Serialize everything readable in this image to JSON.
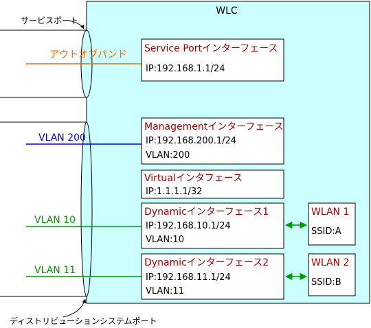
{
  "wlc": {
    "title": "WLC"
  },
  "ports": {
    "service_port": "サービスポート",
    "distribution_port": "ディストリビューションシステムポート"
  },
  "links": {
    "out_of_band": "アウトオブバンド",
    "vlan200": "VLAN 200",
    "vlan10": "VLAN 10",
    "vlan11": "VLAN 11"
  },
  "interfaces": {
    "service": {
      "title": "Service Portインターフェース",
      "ip": "IP:192.168.1.1/24"
    },
    "management": {
      "title": "Managementインターフェース",
      "ip": "IP:192.168.200.1/24",
      "vlan": "VLAN:200"
    },
    "virtual": {
      "title": "Virtualインタフェース",
      "ip": "IP:1.1.1.1/32"
    },
    "dynamic1": {
      "title": "Dynamicインターフェース1",
      "ip": "IP:192.168.10.1/24",
      "vlan": "VLAN:10"
    },
    "dynamic2": {
      "title": "Dynamicインターフェース2",
      "ip": "IP:192.168.11.1/24",
      "vlan": "VLAN:11"
    }
  },
  "wlans": {
    "wlan1": {
      "title": "WLAN 1",
      "ssid": "SSID:A"
    },
    "wlan2": {
      "title": "WLAN 2",
      "ssid": "SSID:B"
    }
  },
  "colors": {
    "wlc_fill": "#ccffff",
    "title_red": "#990000",
    "out_of_band": "#ff6600",
    "vlan200": "#0000cc",
    "vlan_green": "#009900"
  }
}
